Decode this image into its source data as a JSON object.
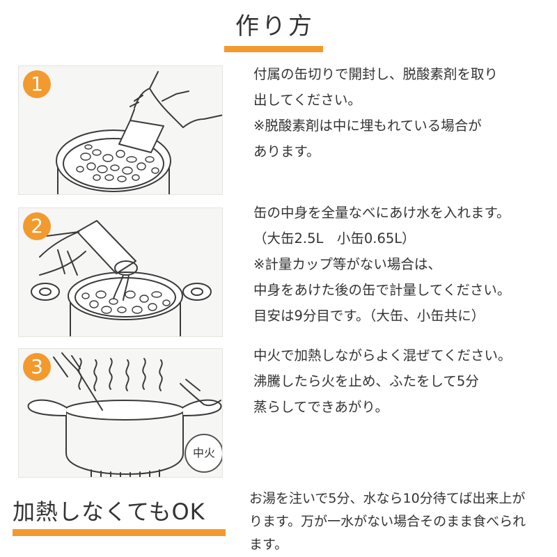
{
  "heading": {
    "title": "作り方"
  },
  "steps": [
    {
      "number": "1",
      "lines": [
        "付属の缶切りで開封し、脱酸素剤を取り",
        "出してください。",
        "※脱酸素剤は中に埋もれている場合が",
        "あります。"
      ]
    },
    {
      "number": "2",
      "lines": [
        "缶の中身を全量なべにあけ水を入れます。",
        "（大缶2.5L　小缶0.65L）",
        "※計量カップ等がない場合は、",
        "中身をあけた後の缶で計量してください。",
        "目安は9分目です。（大缶、小缶共に）"
      ]
    },
    {
      "number": "3",
      "badge": "中火",
      "lines": [
        "中火で加熱しながらよく混ぜてください。",
        "沸騰したら火を止め、ふたをして5分",
        "蒸らしてできあがり。"
      ]
    }
  ],
  "no_heat": {
    "title": "加熱しなくてもOK",
    "lines": [
      "お湯を注いで5分、水なら10分待てば出来上が",
      "ります。万が一水がない場合そのまま食べられ",
      "ます。"
    ]
  },
  "colors": {
    "accent": "#f29a2e",
    "panel_bg": "#f6f6f4",
    "text": "#333333"
  }
}
